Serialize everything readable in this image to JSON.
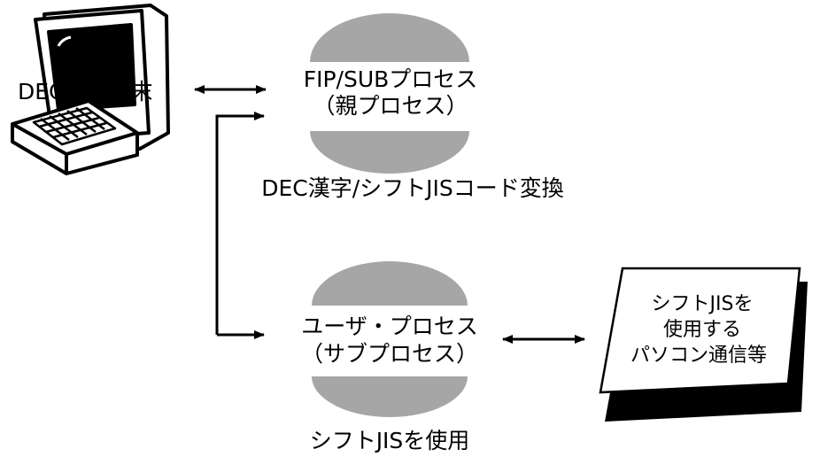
{
  "terminal": {
    "label": "DEC漢字端末"
  },
  "parent_process": {
    "line1": "FIP/SUBプロセス",
    "line2": "（親プロセス）",
    "caption": "DEC漢字/シフトJISコード変換"
  },
  "user_process": {
    "line1": "ユーザ・プロセス",
    "line2": "（サブプロセス）",
    "caption": "シフトJISを使用"
  },
  "document": {
    "line1": "シフトJISを",
    "line2": "使用する",
    "line3": "パソコン通信等"
  },
  "colors": {
    "ellipse_gray": "#a6a6a6",
    "ink": "#000000",
    "paper": "#ffffff"
  }
}
